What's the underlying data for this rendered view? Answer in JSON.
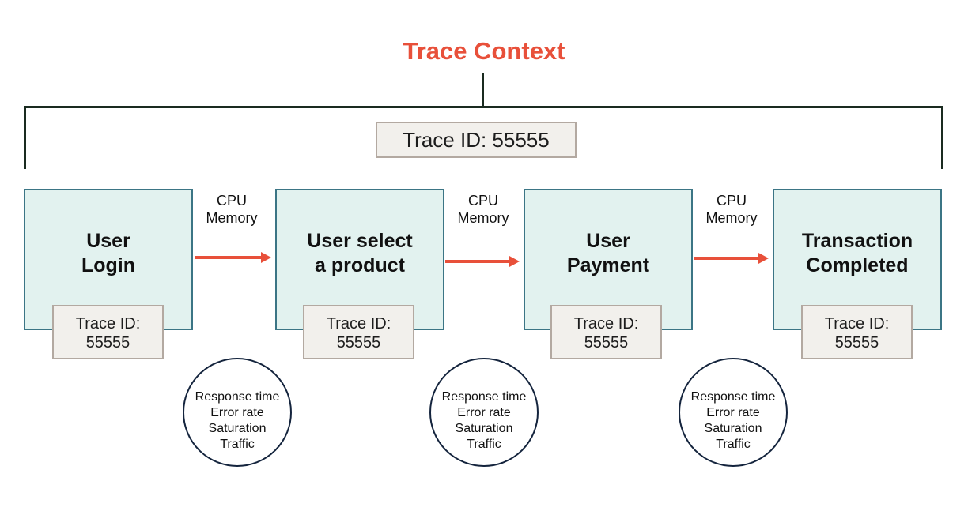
{
  "title": "Trace Context",
  "global_trace_id": "Trace ID: 55555",
  "stages": [
    {
      "label": "User\nLogin",
      "trace_id": "Trace ID:\n55555"
    },
    {
      "label": "User select\na product",
      "trace_id": "Trace ID:\n55555"
    },
    {
      "label": "User\nPayment",
      "trace_id": "Trace ID:\n55555"
    },
    {
      "label": "Transaction\nCompleted",
      "trace_id": "Trace ID:\n55555"
    }
  ],
  "connectors": [
    {
      "resources": [
        "CPU",
        "Memory"
      ],
      "signals": [
        "Response time",
        "Error rate",
        "Saturation",
        "Traffic"
      ]
    },
    {
      "resources": [
        "CPU",
        "Memory"
      ],
      "signals": [
        "Response time",
        "Error rate",
        "Saturation",
        "Traffic"
      ]
    },
    {
      "resources": [
        "CPU",
        "Memory"
      ],
      "signals": [
        "Response time",
        "Error rate",
        "Saturation",
        "Traffic"
      ]
    }
  ],
  "colors": {
    "accent": "#e8503a",
    "stage_fill": "#e2f2ef",
    "stage_border": "#3b7585",
    "id_fill": "#f2f0ec",
    "id_border": "#b3a9a1",
    "circle_border": "#14243d",
    "bracket": "#1a2b20"
  }
}
